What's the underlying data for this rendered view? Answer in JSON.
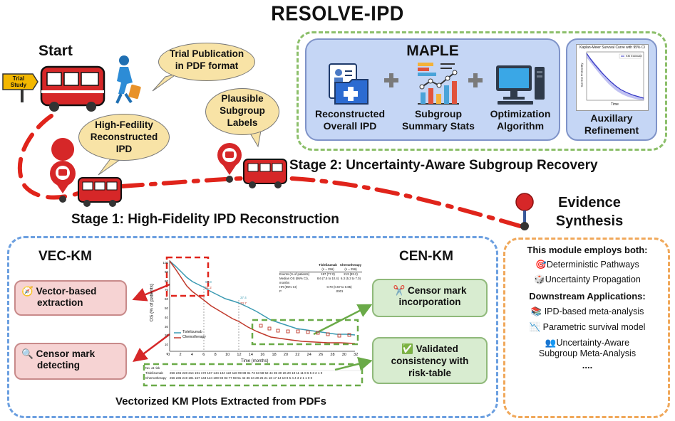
{
  "title": "RESOLVE-IPD",
  "start_label": "Start",
  "trial_sign": {
    "line1": "Trial",
    "line2": "Study"
  },
  "bubbles": {
    "trial_pub": {
      "line1": "Trial Publication",
      "line2": "in PDF format"
    },
    "subgroup_labels": {
      "line1": "Plausible",
      "line2": "Subgroup",
      "line3": "Labels"
    },
    "hifi_ipd": {
      "line1": "High-Fedility",
      "line2": "Reconstructed",
      "line3": "IPD"
    }
  },
  "maple": {
    "title": "MAPLE",
    "items": [
      {
        "line1": "Reconstructed",
        "line2": "Overall IPD"
      },
      {
        "line1": "Subgroup",
        "line2": "Summary Stats"
      },
      {
        "line1": "Optimization",
        "line2": "Algorithm"
      }
    ],
    "plus": "+"
  },
  "auxiliary": {
    "line1": "Auxillary",
    "line2": "Refinement",
    "mini_title": "Kaplan-Meier Survival Curve with 95% CI",
    "mini_legend": "KM Estimate",
    "mini_xlabel": "Time",
    "mini_ylabel": "Survival Probability"
  },
  "stage2": "Stage 2: Uncertainty-Aware Subgroup Recovery",
  "stage1": "Stage 1: High-Fidelity IPD Reconstruction",
  "evidence": {
    "line1": "Evidence",
    "line2": "Synthesis"
  },
  "vec_km": "VEC-KM",
  "cen_km": "CEN-KM",
  "left_boxes": [
    {
      "icon": "🧭",
      "line1": "Vector-based",
      "line2": "extraction"
    },
    {
      "icon": "🔍",
      "line1": "Censor mark",
      "line2": "detecting"
    }
  ],
  "right_boxes": [
    {
      "icon": "✂️",
      "line1": "Censor mark",
      "line2": "incorporation"
    },
    {
      "icon": "✅",
      "line1": "Validated",
      "line2": "consistency with",
      "line3": "risk-table"
    }
  ],
  "vec_caption": "Vectorized KM Plots Extracted from PDFs",
  "km_plot": {
    "ylabel": "OS (% of patients)",
    "xlabel": "Time (months)",
    "xticks": [
      "0",
      "2",
      "4",
      "6",
      "8",
      "10",
      "12",
      "14",
      "16",
      "18",
      "20",
      "22",
      "24",
      "26",
      "28",
      "30",
      "32"
    ],
    "yticks": [
      "100",
      "90",
      "80",
      "70",
      "60",
      "50",
      "40",
      "30",
      "20",
      "10",
      "0"
    ],
    "legend": [
      "Tislelizumab",
      "Chemotherapy"
    ],
    "annot": [
      "60.3",
      "51.2",
      "37.4",
      "33.7"
    ],
    "table_head": [
      "Tislelizumab",
      "Chemotherapy"
    ],
    "table_head_sub": [
      "(n = 256)",
      "(n = 256)"
    ],
    "table_rows": [
      [
        "Events (% of patients)",
        "197 (77.0)",
        "213 (83.2)"
      ],
      [
        "Median OS (95% CI), months",
        "8.6 (7.5 to 10.4)",
        "6.3 (5.3 to 7.0)"
      ],
      [
        "HR (95% CI)",
        "0.70 (0.57 to 0.85)",
        ""
      ],
      [
        "P",
        ".0001",
        ""
      ]
    ],
    "risk_title": "No. at risk",
    "risk_rows": [
      {
        "name": "Tislelizumab",
        "values": "256 246 228 214 191 172 167 144 134 122 118 99 88 81 73 63 58 52 44 35 30 26 20 18 11 11 8 6 5 3 2 1 0"
      },
      {
        "name": "Chemotherapy",
        "values": "256 235 219 191 167 143 124 109 93 83 77 59 51 42 36 34 29 26 21 18 17 14 10 8 5 4 4 3 2 1 1 0 0"
      }
    ]
  },
  "evidence_box": {
    "intro": "This module employs both:",
    "pathways": [
      {
        "icon": "🎯",
        "text": "Deterministic Pathways"
      },
      {
        "icon": "🎲",
        "text": "Uncertainty Propagation"
      }
    ],
    "apps_head": "Downstream Applications:",
    "apps": [
      {
        "icon": "📚",
        "text": "IPD-based meta-analysis"
      },
      {
        "icon": "📉",
        "text": "Parametric survival model"
      },
      {
        "icon": "👥",
        "text": "Uncertainty-Aware",
        "text2": "Subgroup Meta-Analysis"
      }
    ],
    "more": "...."
  },
  "colors": {
    "bus_red": "#d62728",
    "route_red": "#e0241b",
    "tisle": "#3b9ab2",
    "chemo": "#c0392b"
  }
}
